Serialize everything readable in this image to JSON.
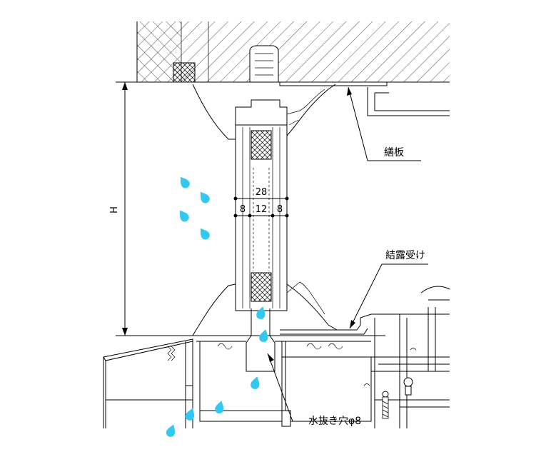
{
  "labels": {
    "kamaita": "繕板",
    "ketsuro_uke": "結露受け",
    "mizunuki": "水抜き穴φ8",
    "height": "H"
  },
  "dimensions": {
    "total": "28",
    "left": "8",
    "middle": "12",
    "right": "8"
  },
  "colors": {
    "line": "#000000",
    "water": "#33c8f2",
    "background": "#ffffff"
  }
}
